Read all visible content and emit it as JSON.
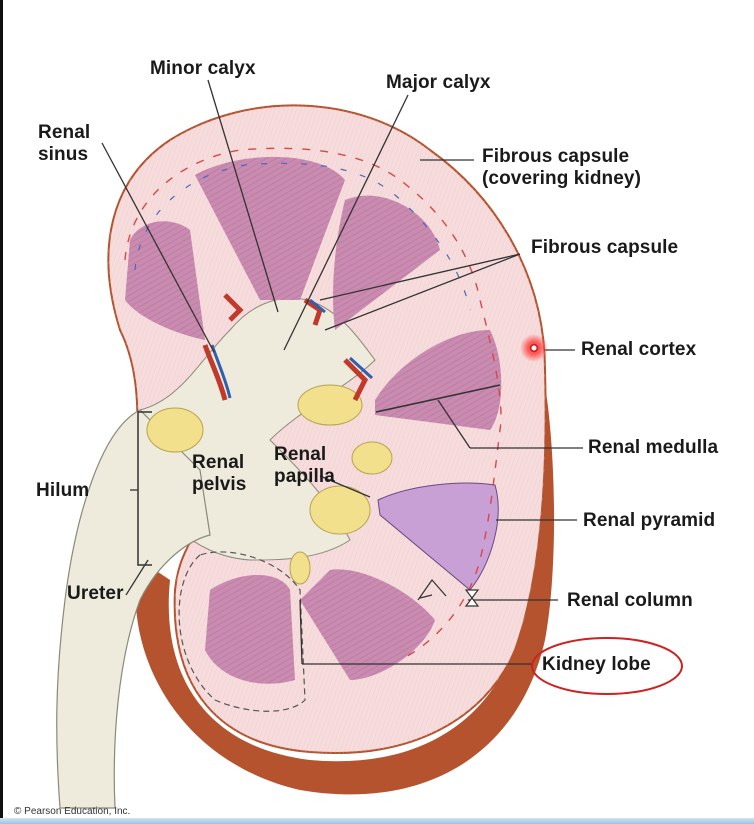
{
  "labels": {
    "minor_calyx": "Minor calyx",
    "major_calyx": "Major calyx",
    "renal_sinus": "Renal\nsinus",
    "fibrous_capsule_covering": "Fibrous capsule\n(covering kidney)",
    "fibrous_capsule": "Fibrous capsule",
    "renal_cortex": "Renal cortex",
    "renal_medulla": "Renal medulla",
    "renal_pyramid": "Renal pyramid",
    "renal_column": "Renal column",
    "kidney_lobe": "Kidney lobe",
    "hilum": "Hilum",
    "ureter": "Ureter",
    "renal_pelvis": "Renal\npelvis",
    "renal_papilla": "Renal\npapilla"
  },
  "credit": "© Pearson Education, Inc.",
  "colors": {
    "cortex": "#f6dcdc",
    "pyramid": "#c98bb0",
    "pyramid_highlight": "#c9a0d6",
    "capsule_outer": "#b4532e",
    "sinus": "#eeeadc",
    "fat": "#f2e08c",
    "highlight_circle": "#cc2222"
  }
}
